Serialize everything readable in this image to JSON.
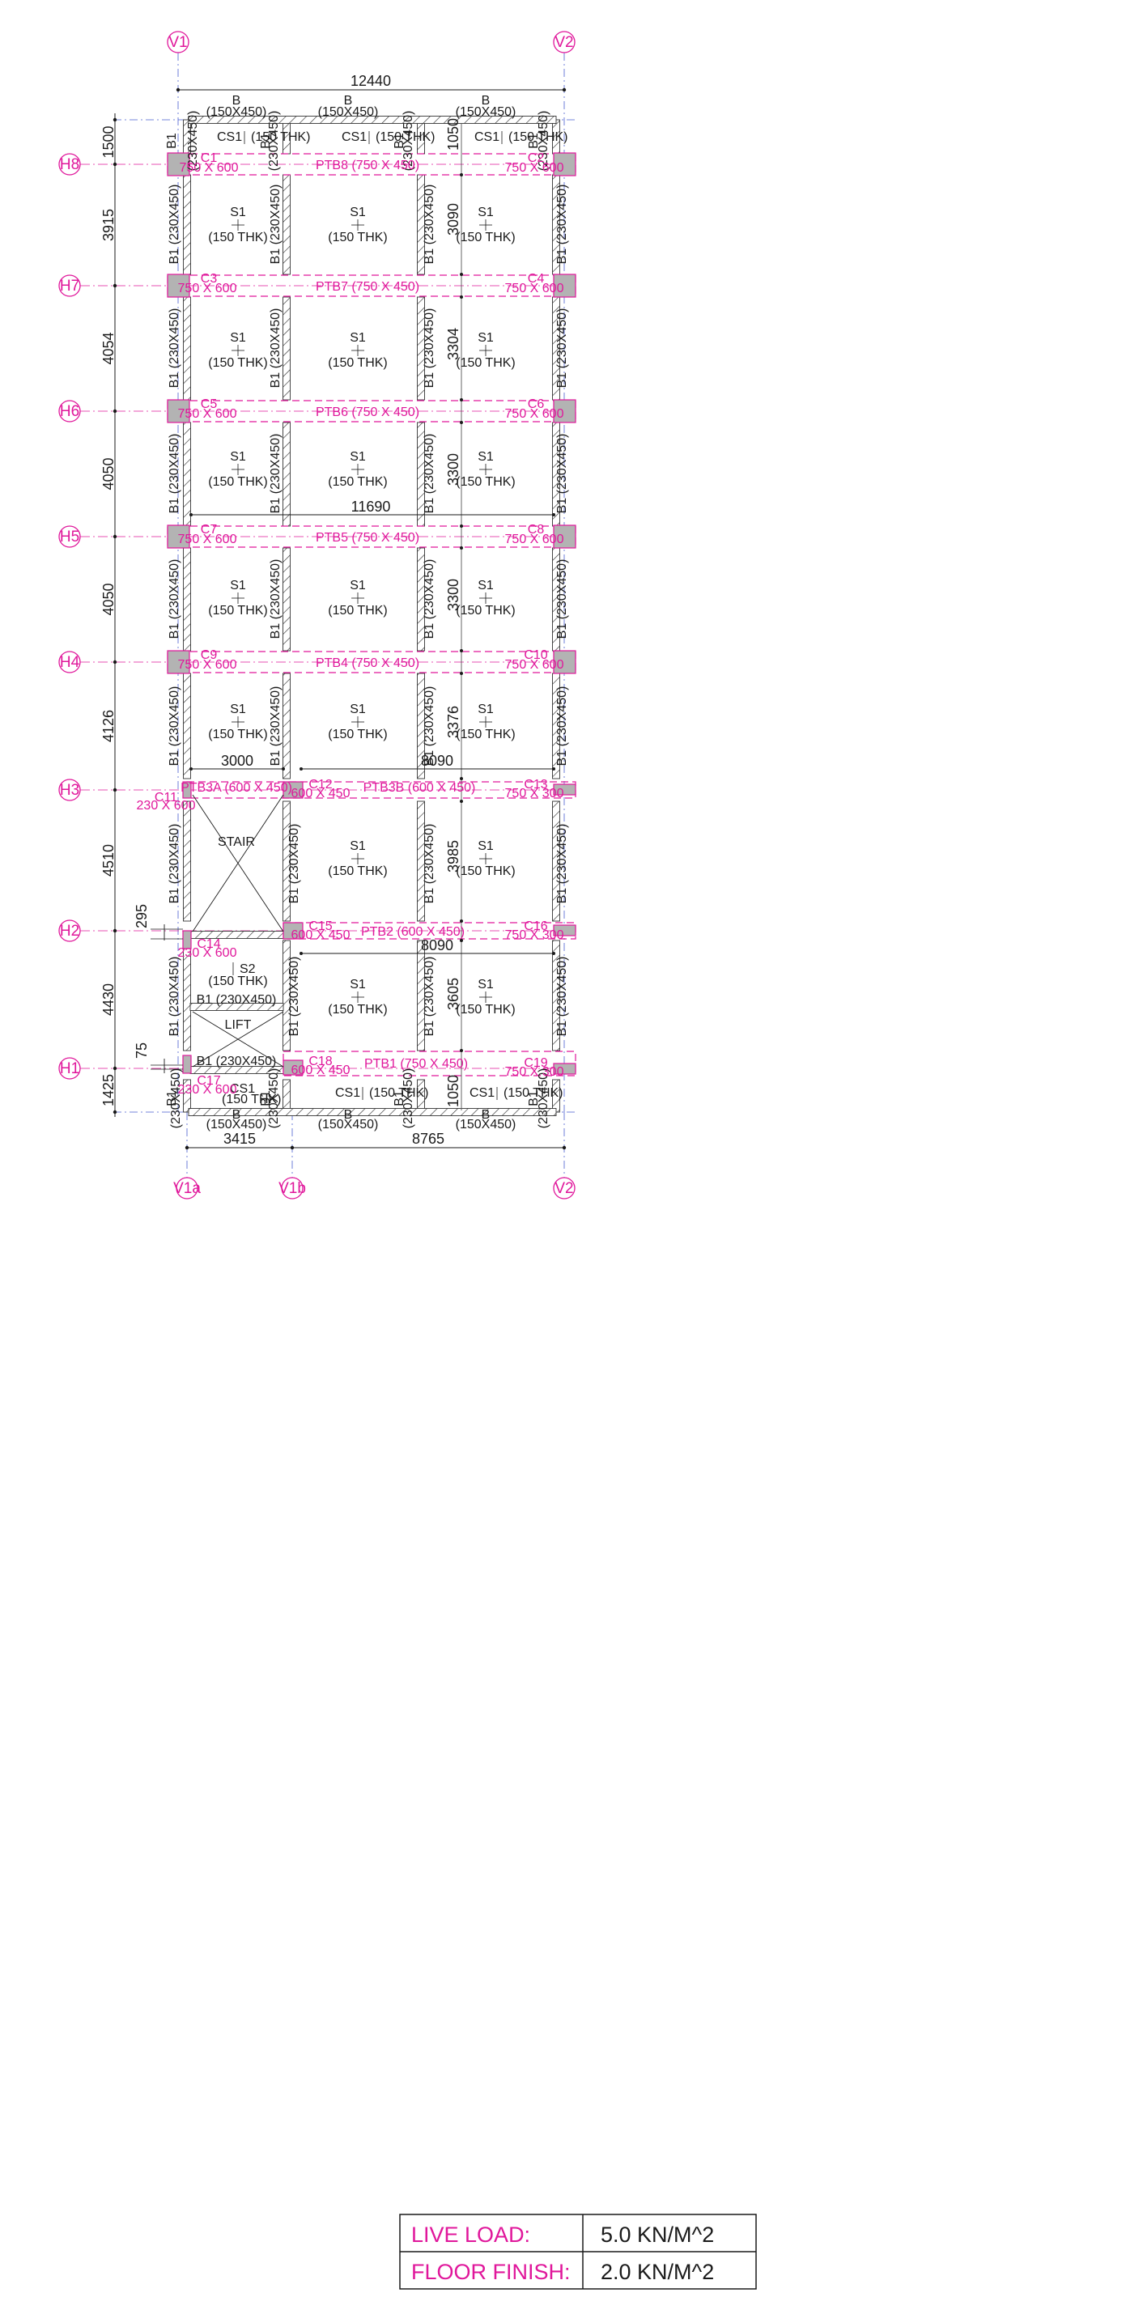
{
  "grid": {
    "vertical": {
      "V1": "V1",
      "V2": "V2",
      "V1a": "V1a",
      "V1b": "V1b"
    },
    "horizontal": {
      "H1": "H1",
      "H2": "H2",
      "H3": "H3",
      "H4": "H4",
      "H5": "H5",
      "H6": "H6",
      "H7": "H7",
      "H8": "H8"
    }
  },
  "dimensions": {
    "overall": "12440",
    "inner": "11690",
    "left_segments": [
      "1500",
      "3915",
      "4054",
      "4050",
      "4050",
      "4126",
      "4510",
      "4430",
      "1425"
    ],
    "bottom": [
      "3415",
      "8765"
    ],
    "span_3000": "3000",
    "span_8090": "8090",
    "span_8090_b": "8090",
    "step_295": "295",
    "step_75": "75",
    "mid_bay": [
      "3090",
      "3304",
      "3300",
      "3300",
      "3376",
      "3985",
      "3605"
    ],
    "cantilever": [
      "1050",
      "1050"
    ]
  },
  "beams": {
    "B": "B",
    "b_size": "(150X450)",
    "b1": "B1",
    "b1_size": "(230X450)",
    "b1_full": "B1 (230X450)",
    "lift_top": "B1 (230X450)",
    "lift_bottom": "B1 (230X450)",
    "ptb": {
      "PTB8": "PTB8 (750 X 450)",
      "PTB7": "PTB7 (750 X 450)",
      "PTB6": "PTB6 (750 X 450)",
      "PTB5": "PTB5 (750 X 450)",
      "PTB4": "PTB4 (750 X 450)",
      "PTB3A": "PTB3A (600 X 450)",
      "PTB3B": "PTB3B (600 X 450)",
      "PTB2": "PTB2 (600 X 450)",
      "PTB1": "PTB1 (750 X 450)"
    }
  },
  "columns": {
    "C1": [
      "C1",
      "750 X 600"
    ],
    "C2": [
      "C2",
      "750 X 600"
    ],
    "C3": [
      "C3",
      "750 X 600"
    ],
    "C4": [
      "C4",
      "750 X 600"
    ],
    "C5": [
      "C5",
      "750 X 600"
    ],
    "C6": [
      "C6",
      "750 X 600"
    ],
    "C7": [
      "C7",
      "750 X 600"
    ],
    "C8": [
      "C8",
      "750 X 600"
    ],
    "C9": [
      "C9",
      "750 X 600"
    ],
    "C10": [
      "C10",
      "750 X 600"
    ],
    "C11": [
      "C11",
      "230 X 600"
    ],
    "C12": [
      "C12",
      "600 X 450"
    ],
    "C13": [
      "C13",
      "750 X 300"
    ],
    "C14": [
      "C14",
      "230 X 600"
    ],
    "C15": [
      "C15",
      "600 X 450"
    ],
    "C16": [
      "C16",
      "750 X 300"
    ],
    "C17": [
      "C17",
      "230 X 600"
    ],
    "C18": [
      "C18",
      "600 X 450"
    ],
    "C19": [
      "C19",
      "750 X 300"
    ]
  },
  "slabs": {
    "S1": "S1",
    "S2": "S2",
    "CS1": "CS1",
    "thk": "(150 THK)"
  },
  "labels": {
    "stair": "STAIR",
    "lift": "LIFT"
  },
  "loads": {
    "live_label": "LIVE LOAD:",
    "live_value": "5.0 KN/M^2",
    "finish_label": "FLOOR FINISH:",
    "finish_value": "2.0 KN/M^2"
  },
  "colors": {
    "grid_magenta": "#e0179b",
    "line": "#1a1a1a",
    "column_fill": "#b3b3b3"
  }
}
